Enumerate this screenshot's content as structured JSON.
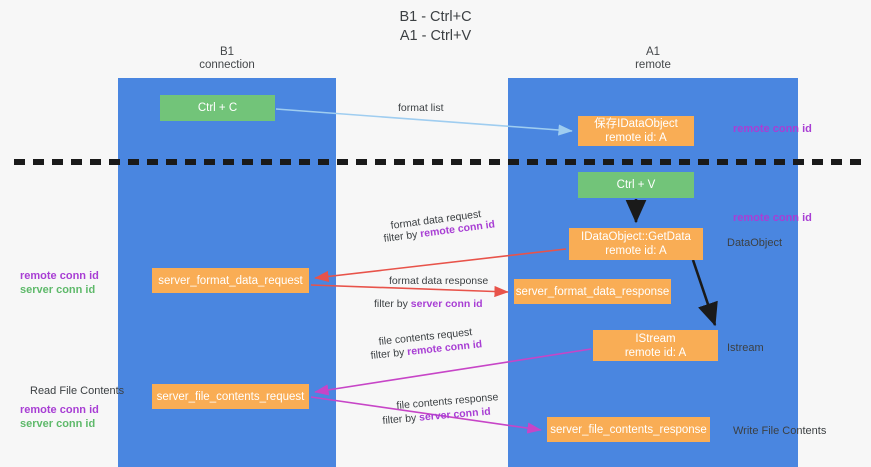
{
  "title": {
    "line1": "B1 - Ctrl+C",
    "line2": "A1 - Ctrl+V"
  },
  "columns": {
    "b1": {
      "name": "B1",
      "role": "connection"
    },
    "a1": {
      "name": "A1",
      "role": "remote"
    }
  },
  "colors": {
    "column_fill": "#4a86e0",
    "green_node": "#72c479",
    "orange_node": "#f9ad55",
    "remote_conn_id": "#a83ed4",
    "server_conn_id": "#5eb96a",
    "arrow_format_list": "#9fcdf0",
    "arrow_format_data": "#e8534a",
    "arrow_file_contents": "#c745c7",
    "arrow_black": "#1a1a1a",
    "divider_dashes": "#1a1a1a"
  },
  "nodes": {
    "ctrl_c": "Ctrl + C",
    "save_idataobject": "保存IDataObject\nremote id: A",
    "save_idataobject_line1": "保存IDataObject",
    "save_idataobject_line2": "remote id: A",
    "ctrl_v": "Ctrl + V",
    "getdata_line1": "IDataObject::GetData",
    "getdata_line2": "remote id: A",
    "server_format_data_request": "server_format_data_request",
    "server_format_data_response": "server_format_data_response",
    "istream_line1": "IStream",
    "istream_line2": "remote id: A",
    "server_file_contents_request": "server_file_contents_request",
    "server_file_contents_response": "server_file_contents_response"
  },
  "edge_labels": {
    "format_list": "format list",
    "format_data_request": "format data request",
    "format_data_request_filter_prefix": "filter by ",
    "format_data_request_filter_id": "remote conn id",
    "format_data_response": "format data response",
    "format_data_response_filter_prefix": "filter by ",
    "format_data_response_filter_id": "server conn id",
    "file_contents_request": "file contents request",
    "file_contents_request_filter_prefix": "filter by ",
    "file_contents_request_filter_id": "remote conn id",
    "file_contents_response": "file contents response",
    "file_contents_response_filter_prefix": "filter by ",
    "file_contents_response_filter_id": "server conn id"
  },
  "annotations": {
    "right_remote_conn_id_top": "remote conn id",
    "right_remote_conn_id_mid": "remote conn id",
    "right_dataobject": "DataObject",
    "right_istream": "Istream",
    "right_write_file_contents": "Write File Contents",
    "left_remote_conn_id_1": "remote conn id",
    "left_server_conn_id_1": "server conn id",
    "left_read_file_contents": "Read File Contents",
    "left_remote_conn_id_2": "remote conn id",
    "left_server_conn_id_2": "server conn id"
  }
}
